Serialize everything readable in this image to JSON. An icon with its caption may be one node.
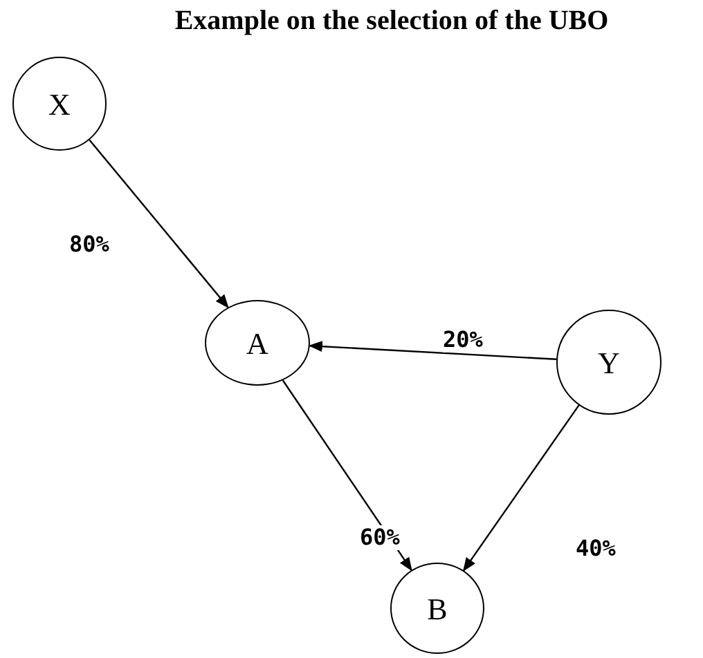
{
  "diagram": {
    "title": "Example on the selection of the UBO",
    "nodes": [
      {
        "text": [
          "X"
        ]
      },
      {
        "text": [
          "A"
        ]
      },
      {
        "text": [
          "Y"
        ]
      },
      {
        "text": [
          "B"
        ]
      }
    ],
    "edges": [
      {
        "from": 0,
        "to": 1,
        "arrow": "to",
        "label": "80%"
      },
      {
        "from": 2,
        "to": 1,
        "arrow": "to",
        "label": "20%"
      },
      {
        "from": 1,
        "to": 3,
        "arrow": "to",
        "label": "60%"
      },
      {
        "from": 2,
        "to": 3,
        "arrow": "to",
        "label": "40%"
      }
    ]
  }
}
